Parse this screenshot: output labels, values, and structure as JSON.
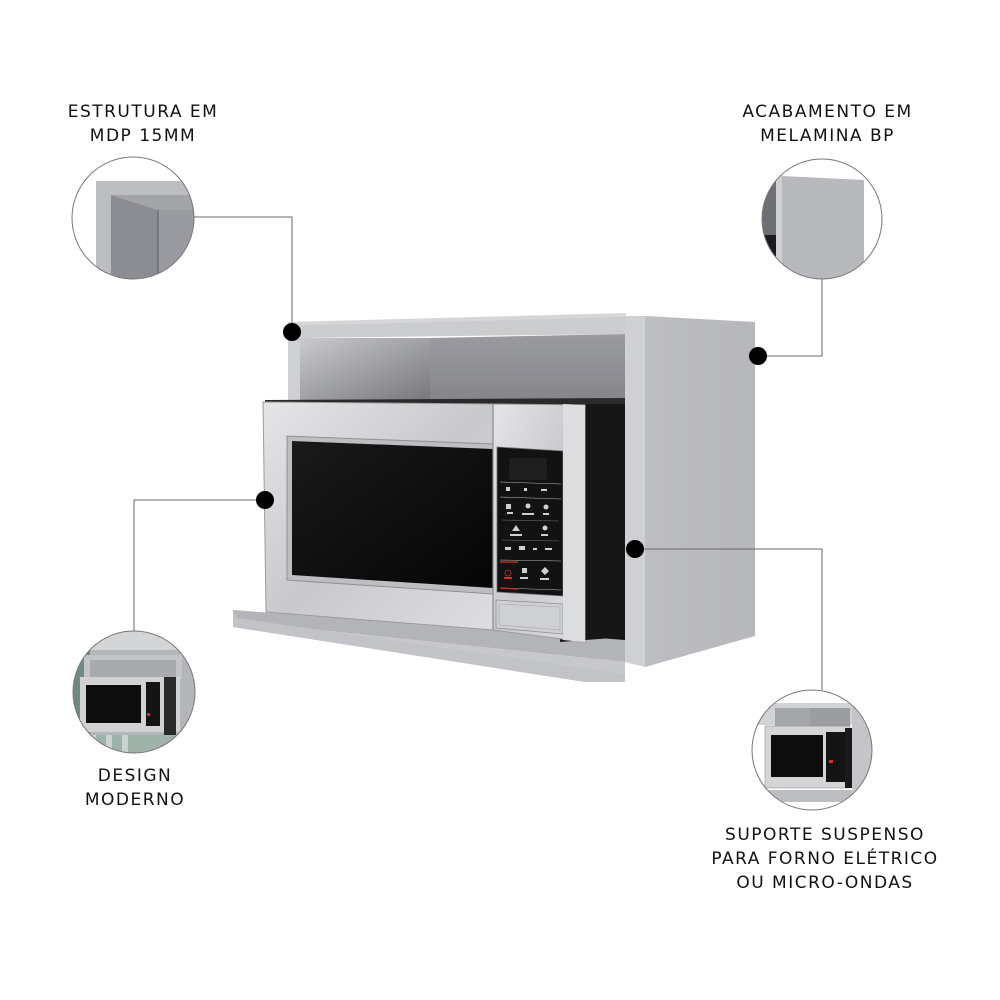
{
  "callouts": {
    "top_left": {
      "lines": [
        "ESTRUTURA EM",
        "MDP 15MM"
      ]
    },
    "top_right": {
      "lines": [
        "ACABAMENTO EM",
        "MELAMINA BP"
      ]
    },
    "bottom_left": {
      "lines": [
        "DESIGN",
        "MODERNO"
      ]
    },
    "bottom_right": {
      "lines": [
        "SUPORTE SUSPENSO",
        "PARA FORNO ELÉTRICO",
        "OU MICRO-ONDAS"
      ]
    }
  },
  "product": {
    "name": "microwave-cabinet",
    "cabinet_color": "#c4c5c8",
    "cabinet_shadow": "#8e8f94",
    "microwave_frame": "#d6d7da",
    "microwave_glass": "#0b0b0b",
    "panel_color": "#141414",
    "stop_color": "#d3302b"
  },
  "colors": {
    "dot": "#000000",
    "leader_line": "#6a6a6a",
    "circle_border": "#777777",
    "text": "#111111"
  }
}
